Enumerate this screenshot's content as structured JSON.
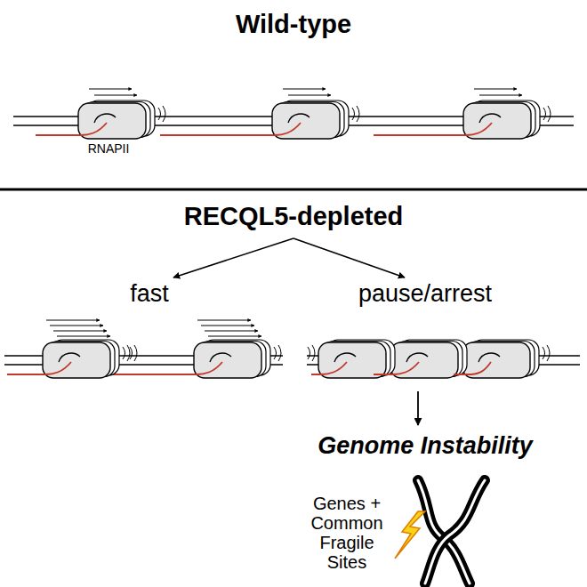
{
  "diagram": {
    "labels": [
      "Wild-type",
      "RNAPII",
      "RECQL5-depleted",
      "fast",
      "pause/arrest",
      "Genome Instability",
      "Genes + Common Fragile Sites"
    ]
  }
}
